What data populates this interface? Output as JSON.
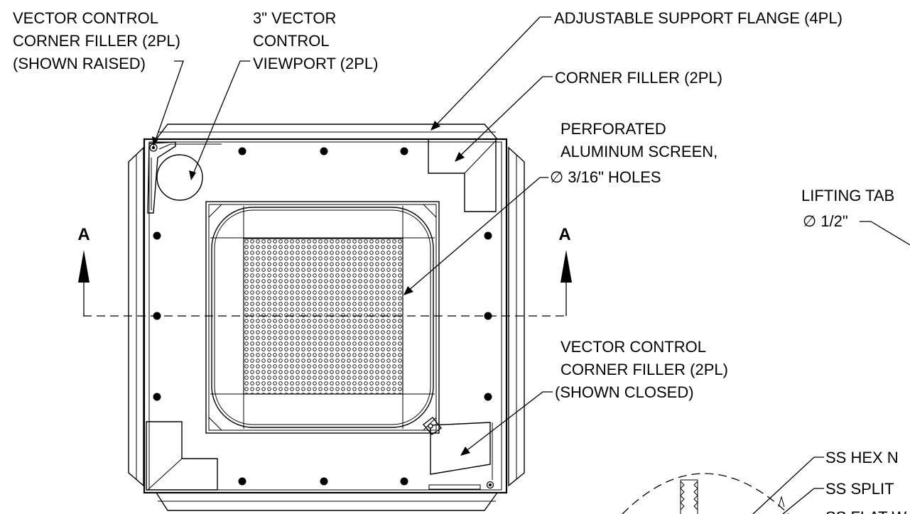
{
  "labels": {
    "vc_filler_raised": [
      "VECTOR CONTROL",
      "CORNER FILLER (2PL)",
      "(SHOWN RAISED)"
    ],
    "viewport": [
      "3\" VECTOR",
      "CONTROL",
      "VIEWPORT (2PL)"
    ],
    "support_flange": "ADJUSTABLE SUPPORT FLANGE (4PL)",
    "corner_filler": "CORNER FILLER (2PL)",
    "screen": [
      "PERFORATED",
      "ALUMINUM SCREEN,",
      "∅ 3/16\" HOLES"
    ],
    "lifting_tab": [
      "LIFTING TAB",
      "∅ 1/2\""
    ],
    "vc_filler_closed": [
      "VECTOR CONTROL",
      "CORNER FILLER (2PL)",
      "(SHOWN CLOSED)"
    ],
    "hex_nut": "SS HEX N",
    "split_washer": "SS SPLIT",
    "flat_washer": "SS FLAT W",
    "section_left": "A",
    "section_right": "A"
  }
}
